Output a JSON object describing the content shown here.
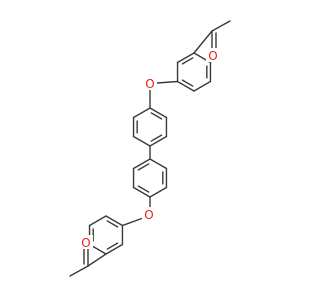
{
  "molecule": {
    "atoms": {
      "o_ether_top": "O",
      "o_ether_bottom": "O",
      "o_carbonyl_top": "O",
      "o_carbonyl_bottom": "O"
    },
    "colors": {
      "bond": "#3a3a3a",
      "oxygen": "#e8201b",
      "background": "#ffffff"
    }
  }
}
